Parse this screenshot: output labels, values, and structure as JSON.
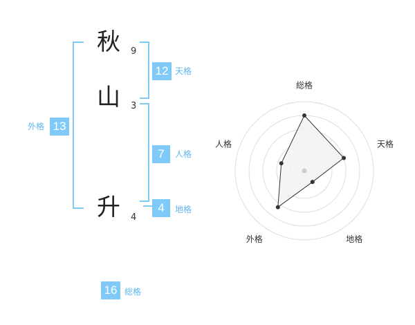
{
  "name": {
    "chars": [
      {
        "char": "秋",
        "strokes": "9"
      },
      {
        "char": "山",
        "strokes": "3"
      },
      {
        "char": "升",
        "strokes": "4"
      }
    ]
  },
  "scores": {
    "tenkaku": {
      "label": "天格",
      "value": "12"
    },
    "jinkaku": {
      "label": "人格",
      "value": "7"
    },
    "chikaku": {
      "label": "地格",
      "value": "4"
    },
    "gaikaku": {
      "label": "外格",
      "value": "13"
    },
    "soukaku": {
      "label": "総格",
      "value": "16"
    }
  },
  "chart_data": {
    "type": "radar",
    "axes": [
      "総格",
      "天格",
      "地格",
      "外格",
      "人格"
    ],
    "values": [
      16,
      12,
      4,
      13,
      7
    ],
    "rings": 5,
    "max": 20,
    "colors": {
      "fill": "#f2f2f2",
      "line": "#333333",
      "grid": "#dddddd",
      "center": "#cccccc"
    }
  },
  "colors": {
    "accent": "#7fcaf8",
    "label": "#5fb6ee",
    "text": "#222222"
  }
}
